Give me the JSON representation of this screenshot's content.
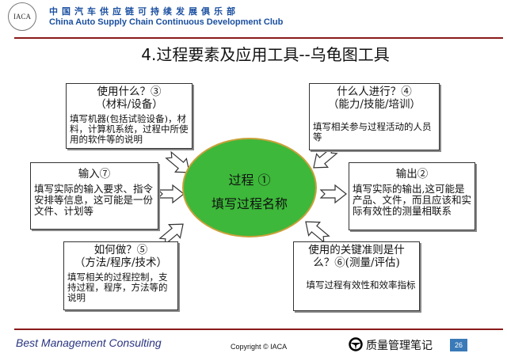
{
  "header": {
    "logo_text": "IACA",
    "org_cn": "中国汽车供应链可持续发展俱乐部",
    "org_en": "China Auto Supply Chain Continuous Development Club"
  },
  "title": "4.过程要素及应用工具--乌龟图工具",
  "center": {
    "line1": "过程 ①",
    "line2": "填写过程名称",
    "fill": "#3db83a"
  },
  "boxes": {
    "what": {
      "h1": "使用什么？③",
      "h2": "（材料/设备）",
      "desc": "填写机器(包括试验设备)，材料，计算机系统，过程中所使用的软件等的说明"
    },
    "who": {
      "h1": "什么人进行？④",
      "h2": "（能力/技能/培训）",
      "desc": "填写相关参与过程活动的人员等"
    },
    "input": {
      "h1": "输入⑦",
      "desc": "填写实际的输入要求、指令安排等信息，这可能是一份文件、计划等"
    },
    "output": {
      "h1": "输出②",
      "desc": "填写实际的输出,这可能是产品、文件，而且应该和实际有效性的测量相联系"
    },
    "how": {
      "h1": "如何做？⑤",
      "h2": "（方法/程序/技术）",
      "desc": "填写相关的过程控制，支持过程，程序，方法等的说明"
    },
    "criteria": {
      "h1": "使用的关键准则是什么？⑥(测量/评估)",
      "desc": "填写过程有效性和效率指标"
    }
  },
  "footer": {
    "left": "Best Management Consulting",
    "copyright": "Copyright © IACA",
    "watermark": "质量管理笔记",
    "page": "26"
  }
}
